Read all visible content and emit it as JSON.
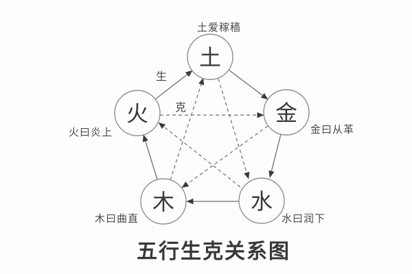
{
  "diagram": {
    "title": "五行生克关系图",
    "nodes": {
      "earth": {
        "char": "土",
        "caption": "土爱稼穑"
      },
      "metal": {
        "char": "金",
        "caption": "金曰从革"
      },
      "water": {
        "char": "水",
        "caption": "水曰润下"
      },
      "wood": {
        "char": "木",
        "caption": "木曰曲直"
      },
      "fire": {
        "char": "火",
        "caption": "火曰炎上"
      }
    },
    "cycle_labels": {
      "generating": "生",
      "overcoming": "克"
    },
    "relations": {
      "generating": [
        {
          "from": "木",
          "to": "火"
        },
        {
          "from": "火",
          "to": "土"
        },
        {
          "from": "土",
          "to": "金"
        },
        {
          "from": "金",
          "to": "水"
        },
        {
          "from": "水",
          "to": "木"
        }
      ],
      "overcoming": [
        {
          "from": "木",
          "to": "土"
        },
        {
          "from": "土",
          "to": "水"
        },
        {
          "from": "水",
          "to": "火"
        },
        {
          "from": "火",
          "to": "金"
        },
        {
          "from": "金",
          "to": "木"
        }
      ]
    },
    "colors": {
      "ink": "#3a3a3a",
      "line": "#6e6e6e",
      "circle_stroke": "#8f8f8f",
      "background": "#fdfdfd"
    }
  }
}
